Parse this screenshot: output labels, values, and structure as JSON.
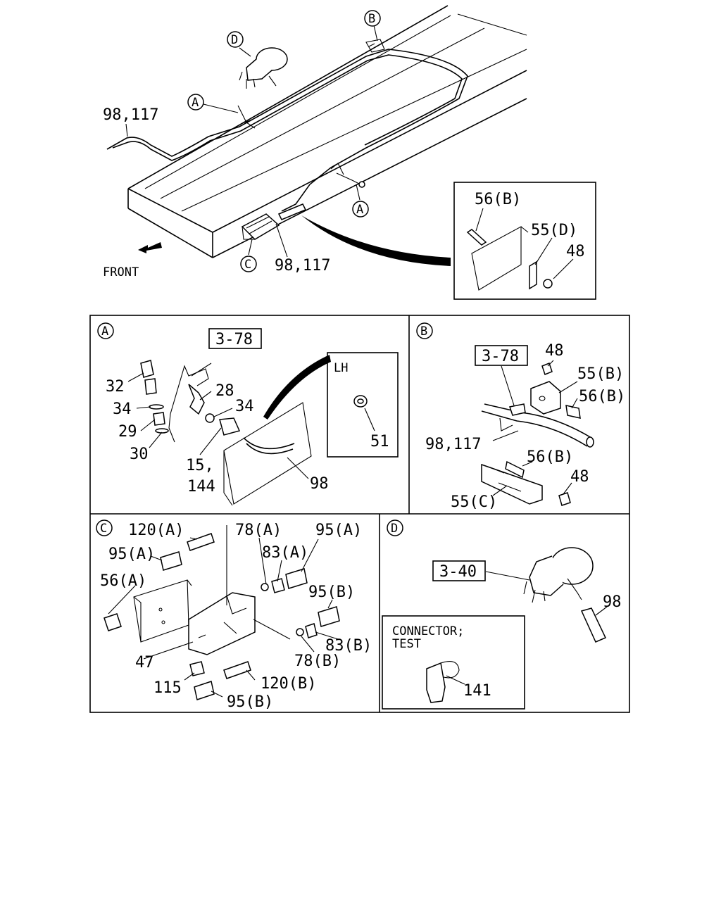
{
  "overview": {
    "front": "FRONT",
    "callouts": [
      "A",
      "B",
      "C",
      "D"
    ],
    "part_refs": {
      "top_left": "98,117",
      "bottom": "98,117"
    },
    "inset": {
      "bolt": "56(B)",
      "bracket": "55(D)",
      "nut": "48"
    }
  },
  "panels": {
    "A": {
      "letter": "A",
      "ref_box": "3-78",
      "labels": {
        "p32": "32",
        "p34a": "34",
        "p29": "29",
        "p30": "30",
        "p28": "28",
        "p34b": "34",
        "p15": "15,",
        "p144": "144",
        "p98": "98"
      },
      "sub": {
        "title": "LH",
        "part": "51"
      }
    },
    "B": {
      "letter": "B",
      "ref_box": "3-78",
      "labels": {
        "p48a": "48",
        "p55b": "55(B)",
        "p56b_top": "56(B)",
        "p98": "98,117",
        "p56b_bot": "56(B)",
        "p48b": "48",
        "p55c": "55(C)"
      }
    },
    "C": {
      "letter": "C",
      "labels": {
        "p120a": "120(A)",
        "p78a": "78(A)",
        "p95a_top": "95(A)",
        "p95a": "95(A)",
        "p83a": "83(A)",
        "p56a": "56(A)",
        "p95b_r": "95(B)",
        "p83b": "83(B)",
        "p78b": "78(B)",
        "p47": "47",
        "p120b": "120(B)",
        "p115": "115",
        "p95b_bot": "95(B)"
      }
    },
    "D": {
      "letter": "D",
      "ref_box": "3-40",
      "labels": {
        "p98": "98",
        "p141": "141"
      },
      "sub": {
        "line1": "CONNECTOR;",
        "line2": "TEST"
      }
    }
  },
  "colors": {
    "ink": "#000000",
    "paper": "#ffffff"
  }
}
